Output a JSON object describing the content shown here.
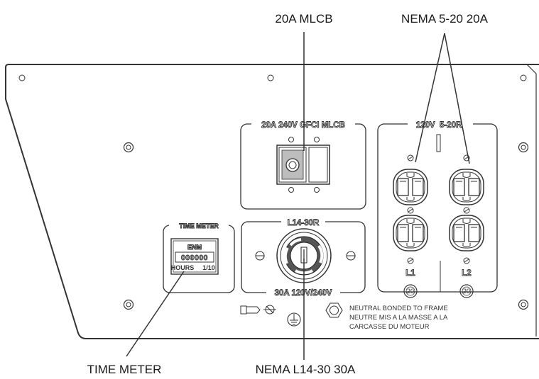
{
  "callouts": {
    "mlcb": "20A MLCB",
    "nema520": "NEMA 5-20 20A",
    "time_meter": "TIME METER",
    "nema_l1430": "NEMA L14-30 30A"
  },
  "panel_labels": {
    "gfci": "20A 240V GFCI MLCB",
    "duplex": "120V  5-20R",
    "l1430_top": "L14-30R",
    "l1430_bottom": "30A 120V/240V",
    "time_meter": "TIME METER"
  },
  "meter": {
    "brand": "ENM",
    "digits": "000000",
    "hours_label": "HOURS",
    "tenths_label": "1/10"
  },
  "outlet_labels": {
    "left": "L1",
    "right": "L2",
    "breaker_left": "20",
    "breaker_right": "20"
  },
  "neutral_note": [
    "NEUTRAL BONDED TO FRAME",
    "NEUTRE MIS A LA MASSE A LA",
    "CARCASSE DU MOTEUR"
  ]
}
